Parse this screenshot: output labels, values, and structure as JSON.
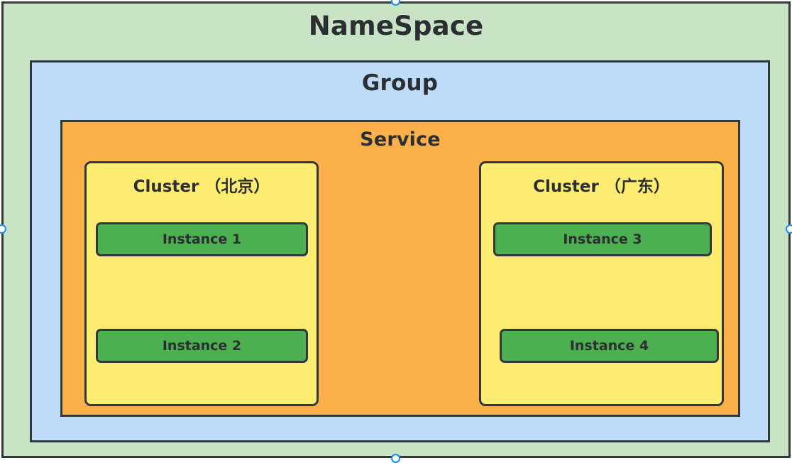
{
  "diagram": {
    "namespace": {
      "title": "NameSpace",
      "color": "#c9e4c5",
      "border_color": "#33383d",
      "group": {
        "title": "Group",
        "color": "#bedcf8",
        "border_color": "#33383d",
        "service": {
          "title": "Service",
          "color": "#fcb04a",
          "border_color": "#33383d",
          "clusters": [
            {
              "title": "Cluster （北京）",
              "color": "#fdec72",
              "border_color": "#33383d",
              "instances": [
                {
                  "label": "Instance 1",
                  "color": "#4caf50"
                },
                {
                  "label": "Instance 2",
                  "color": "#4caf50"
                }
              ]
            },
            {
              "title": "Cluster （广东）",
              "color": "#fdec72",
              "border_color": "#33383d",
              "instances": [
                {
                  "label": "Instance 3",
                  "color": "#4caf50"
                },
                {
                  "label": "Instance 4",
                  "color": "#4caf50"
                }
              ]
            }
          ]
        }
      }
    }
  },
  "selection": {
    "handle_fill": "#ffffff",
    "handle_border": "#1a8cff",
    "handles": [
      "top-center",
      "right-middle",
      "bottom-center",
      "left-middle"
    ]
  }
}
